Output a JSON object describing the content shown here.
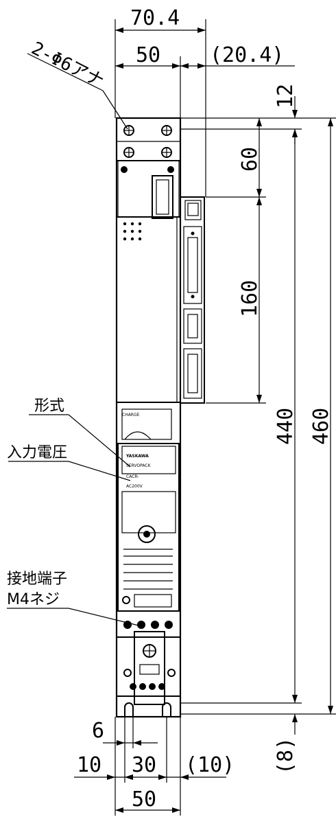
{
  "dimensions": {
    "top_total_width": "70.4",
    "top_body_width": "50",
    "top_connector_width": "(20.4)",
    "hole_label": "2-Φ6アナ",
    "right_top_offset": "12",
    "right_mount_pitch_upper": "60",
    "right_connector_height": "160",
    "right_body_height": "440",
    "right_total_height": "460",
    "right_bottom_offset": "(8)",
    "bottom_slot_width": "6",
    "bottom_left_offset": "10",
    "bottom_hole_pitch": "30",
    "bottom_right_offset": "(10)",
    "bottom_body_width": "50"
  },
  "callouts": {
    "model": "形式",
    "input_voltage": "入力電圧",
    "ground_terminal": "接地端子",
    "ground_screw": "M4ネジ"
  },
  "nameplate": {
    "brand": "YASKAWA",
    "series": "SERVOPACK",
    "model_prefix": "CACR-",
    "spec_line": "AC200V"
  }
}
